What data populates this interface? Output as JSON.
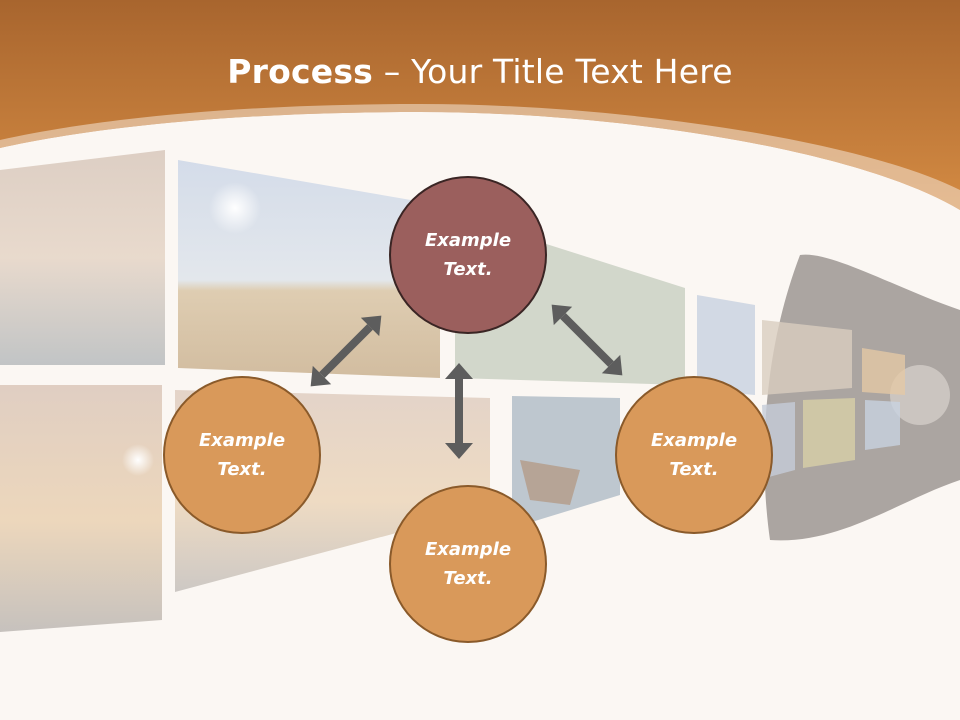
{
  "slide": {
    "title_bold": "Process",
    "title_rest": " – Your Title Text Here",
    "colors": {
      "header": "#c8813d",
      "circle_top": "#9b5f5d",
      "circle_other": "#d9995a",
      "arrow": "#5d5d5d",
      "background": "#fbf7f3"
    }
  },
  "nodes": {
    "top": {
      "label": "Example\nText."
    },
    "left": {
      "label": "Example\nText."
    },
    "right": {
      "label": "Example\nText."
    },
    "bottom": {
      "label": "Example\nText."
    }
  }
}
